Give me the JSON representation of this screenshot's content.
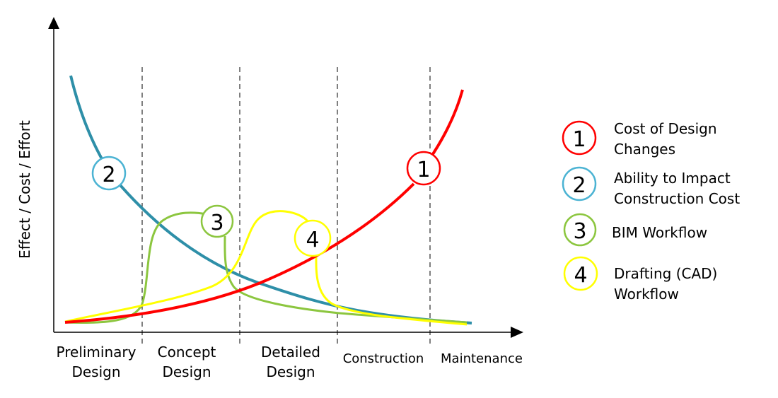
{
  "chart_data": {
    "type": "line",
    "title": "",
    "ylabel": "Effect / Cost / Effort",
    "xlabel": "",
    "phases": [
      "Preliminary Design",
      "Concept Design",
      "Detailed Design",
      "Construction",
      "Maintenance"
    ],
    "phase_labels": [
      {
        "lines": [
          "Preliminary",
          "Design"
        ]
      },
      {
        "lines": [
          "Concept",
          "Design"
        ]
      },
      {
        "lines": [
          "Detailed",
          "Design"
        ]
      },
      {
        "lines": [
          "Construction"
        ]
      },
      {
        "lines": [
          "Maintenance"
        ]
      }
    ],
    "grid": false,
    "series": [
      {
        "id": 1,
        "name": "Cost of Design Changes",
        "color": "#ff0000",
        "shape": "exponential increase, low in Preliminary Design rising steeply in Maintenance"
      },
      {
        "id": 2,
        "name": "Ability to Impact Construction Cost",
        "color": "#2e8fa8",
        "marker_color": "#4bb3d3",
        "shape": "exponential decrease, high in Preliminary Design falling to near zero in Maintenance"
      },
      {
        "id": 3,
        "name": "BIM Workflow",
        "color": "#8cc63f",
        "shape": "effort peak during Concept Design"
      },
      {
        "id": 4,
        "name": "Drafting (CAD) Workflow",
        "color": "#ffff00",
        "shape": "effort peak during Detailed Design"
      }
    ]
  },
  "legend": [
    {
      "number": "1",
      "lines": [
        "Cost of Design",
        "Changes"
      ],
      "color": "#ff0000"
    },
    {
      "number": "2",
      "lines": [
        "Ability to Impact",
        "Construction Cost"
      ],
      "color": "#4bb3d3"
    },
    {
      "number": "3",
      "lines": [
        "BIM Workflow"
      ],
      "color": "#8cc63f"
    },
    {
      "number": "4",
      "lines": [
        "Drafting (CAD)",
        "Workflow"
      ],
      "color": "#ffff00"
    }
  ],
  "markers": [
    {
      "number": "1"
    },
    {
      "number": "2"
    },
    {
      "number": "3"
    },
    {
      "number": "4"
    }
  ]
}
